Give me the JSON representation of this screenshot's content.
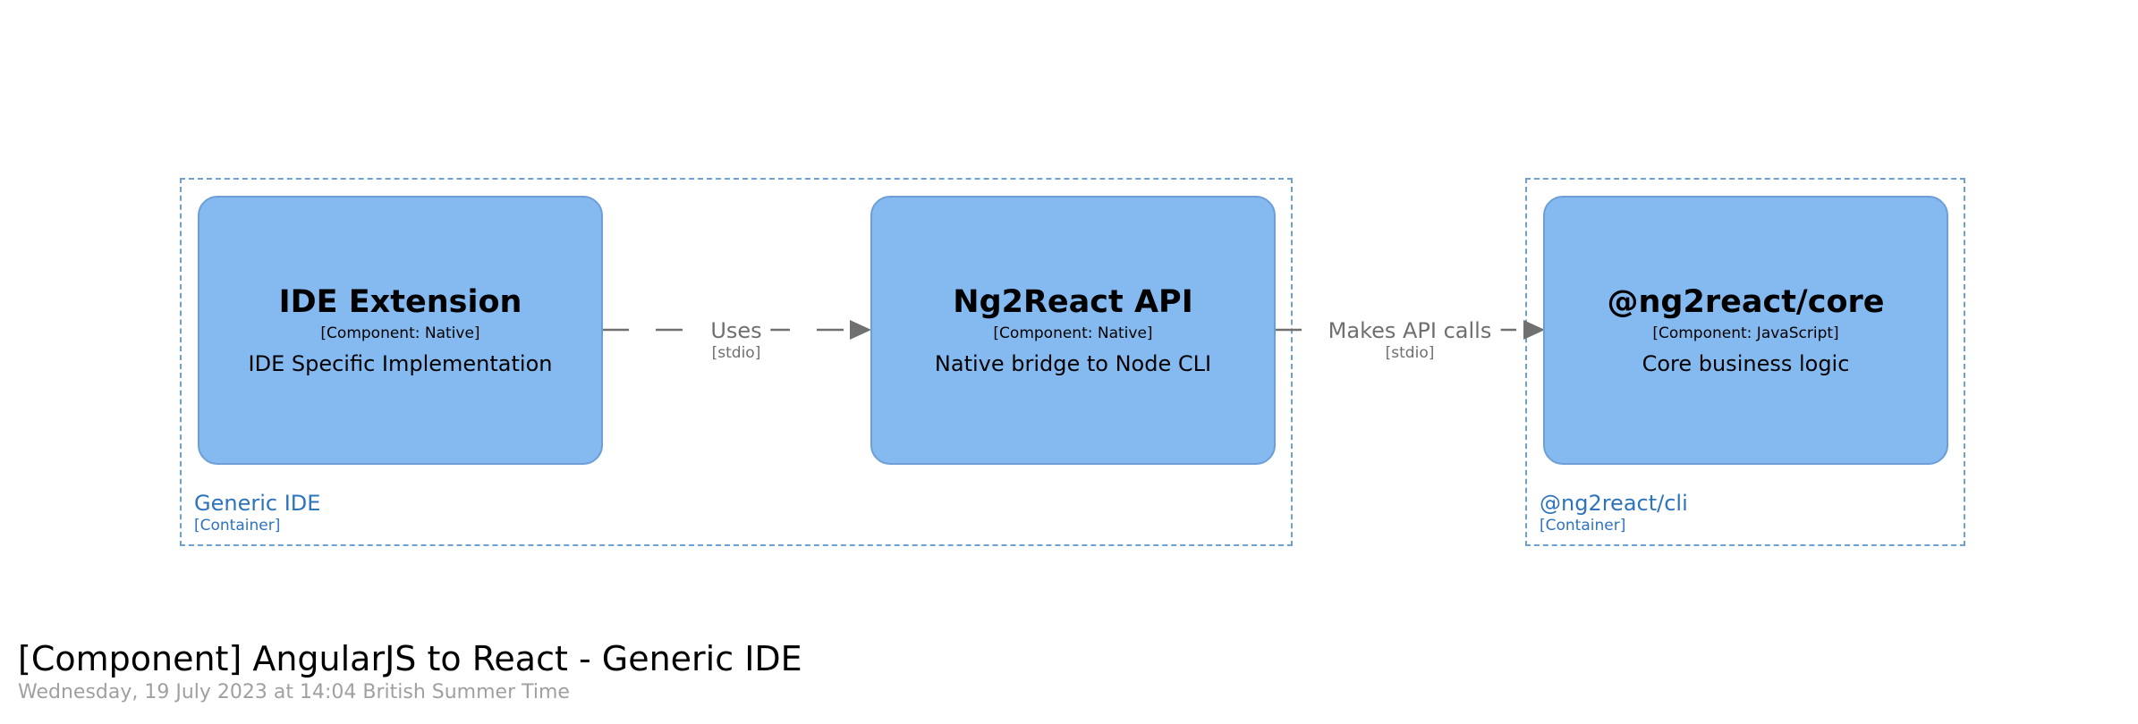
{
  "diagram": {
    "title": "[Component] AngularJS to React - Generic IDE",
    "subtitle": "Wednesday, 19 July 2023 at 14:04 British Summer Time"
  },
  "boundaries": [
    {
      "name": "Generic IDE",
      "type": "[Container]"
    },
    {
      "name": "@ng2react/cli",
      "type": "[Container]"
    }
  ],
  "components": [
    {
      "title": "IDE Extension",
      "type": "[Component: Native]",
      "description": "IDE Specific Implementation"
    },
    {
      "title": "Ng2React API",
      "type": "[Component: Native]",
      "description": "Native bridge to Node CLI"
    },
    {
      "title": "@ng2react/core",
      "type": "[Component: JavaScript]",
      "description": "Core business logic"
    }
  ],
  "relationships": [
    {
      "label": "Uses",
      "technology": "[stdio]"
    },
    {
      "label": "Makes API calls",
      "technology": "[stdio]"
    }
  ],
  "colors": {
    "component_fill": "#85baf0",
    "component_border": "#6d9fd6",
    "boundary": "#6ea0d8",
    "boundary_label": "#2d74bd",
    "edge": "#707070",
    "subtitle": "#a0a0a0"
  }
}
